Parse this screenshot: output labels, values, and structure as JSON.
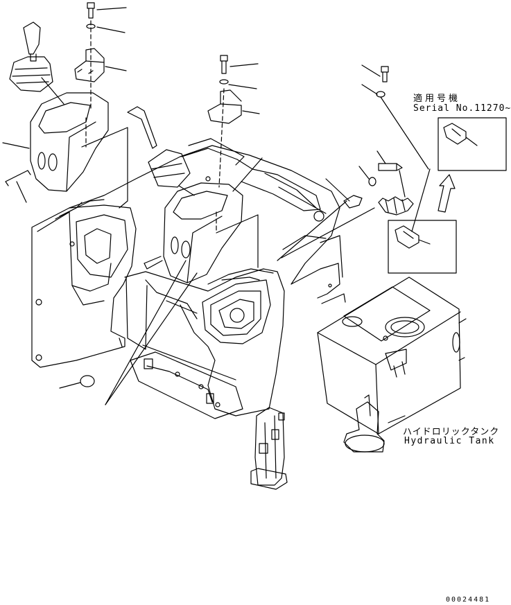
{
  "labels": {
    "serial_jp": "適用号機",
    "serial_no": "Serial No.11270~",
    "tank_jp": "ハイドロリックタンク",
    "tank_en": "Hydraulic Tank",
    "drawing_no": "00024481"
  }
}
